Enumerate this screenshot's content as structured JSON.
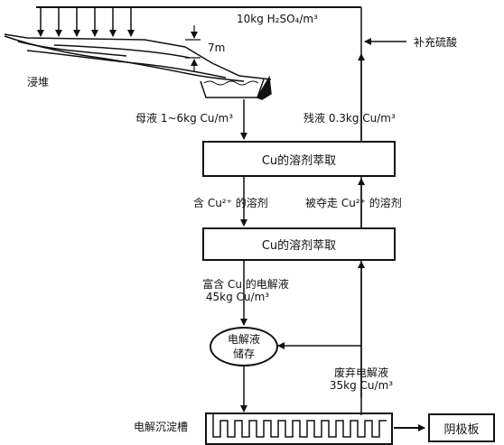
{
  "top_acid_label": "10kg H₂SO₄/m³",
  "supplement_acid_label": "补充硫酸",
  "height_label": "7m",
  "heap_label": "浸堆",
  "mother_liquor_label": "母液 1~6kg Cu/m³",
  "residual_liquor_label": "残液 0.3kg Cu/m³",
  "extraction_box_1": "Cu的溶剂萃取",
  "extraction_box_2": "Cu的溶剂萃取",
  "loaded_solvent_label": "含 Cu²⁺ 的溶剂",
  "stripped_solvent_label": "被夺走 Cu²⁺ 的溶剂",
  "rich_electrolyte_line1": "富含 Cu 的电解液",
  "rich_electrolyte_line2": "45kg Cu/m³",
  "storage_line1": "电解液",
  "storage_line2": "储存",
  "spent_electrolyte_line1": "废弃电解液",
  "spent_electrolyte_line2": "35kg Cu/m³",
  "electrowinning_label": "电解沉淀槽",
  "cathode_label": "阴极板"
}
